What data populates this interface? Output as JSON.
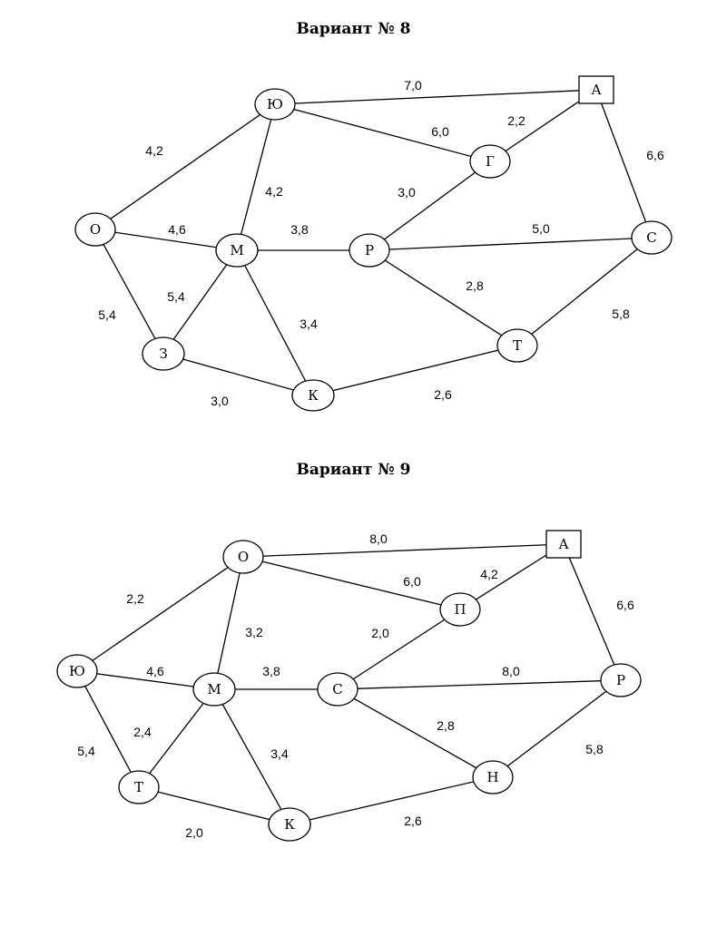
{
  "titles": {
    "v8": "Вариант № 8",
    "v9": "Вариант № 9"
  },
  "graphs": [
    {
      "id": "v8",
      "nodes": [
        {
          "id": "Yu",
          "label": "Ю"
        },
        {
          "id": "A",
          "label": "А",
          "shape": "square"
        },
        {
          "id": "G",
          "label": "Г"
        },
        {
          "id": "O",
          "label": "О"
        },
        {
          "id": "M",
          "label": "М"
        },
        {
          "id": "R",
          "label": "Р"
        },
        {
          "id": "S",
          "label": "С"
        },
        {
          "id": "Z",
          "label": "З"
        },
        {
          "id": "K",
          "label": "К"
        },
        {
          "id": "T",
          "label": "Т"
        }
      ],
      "edges": [
        {
          "from": "Yu",
          "to": "A",
          "w": "7,0"
        },
        {
          "from": "Yu",
          "to": "G",
          "w": "6,0"
        },
        {
          "from": "G",
          "to": "A",
          "w": "2,2"
        },
        {
          "from": "A",
          "to": "S",
          "w": "6,6"
        },
        {
          "from": "O",
          "to": "Yu",
          "w": "4,2"
        },
        {
          "from": "Yu",
          "to": "M",
          "w": "4,2"
        },
        {
          "from": "O",
          "to": "M",
          "w": "4,6"
        },
        {
          "from": "M",
          "to": "R",
          "w": "3,8"
        },
        {
          "from": "R",
          "to": "G",
          "w": "3,0"
        },
        {
          "from": "R",
          "to": "S",
          "w": "5,0"
        },
        {
          "from": "R",
          "to": "T",
          "w": "2,8"
        },
        {
          "from": "M",
          "to": "Z",
          "w": "5,4"
        },
        {
          "from": "O",
          "to": "Z",
          "w": "5,4"
        },
        {
          "from": "M",
          "to": "K",
          "w": "3,4"
        },
        {
          "from": "T",
          "to": "S",
          "w": "5,8"
        },
        {
          "from": "Z",
          "to": "K",
          "w": "3,0"
        },
        {
          "from": "K",
          "to": "T",
          "w": "2,6"
        }
      ]
    },
    {
      "id": "v9",
      "nodes": [
        {
          "id": "O",
          "label": "О"
        },
        {
          "id": "A",
          "label": "А",
          "shape": "square"
        },
        {
          "id": "P",
          "label": "П"
        },
        {
          "id": "Yu",
          "label": "Ю"
        },
        {
          "id": "M",
          "label": "М"
        },
        {
          "id": "S",
          "label": "С"
        },
        {
          "id": "R",
          "label": "Р"
        },
        {
          "id": "T",
          "label": "Т"
        },
        {
          "id": "N",
          "label": "Н"
        },
        {
          "id": "K",
          "label": "К"
        }
      ],
      "edges": [
        {
          "from": "O",
          "to": "A",
          "w": "8,0"
        },
        {
          "from": "O",
          "to": "P",
          "w": "6,0"
        },
        {
          "from": "P",
          "to": "A",
          "w": "4,2"
        },
        {
          "from": "A",
          "to": "R",
          "w": "6,6"
        },
        {
          "from": "Yu",
          "to": "O",
          "w": "2,2"
        },
        {
          "from": "O",
          "to": "M",
          "w": "3,2"
        },
        {
          "from": "S",
          "to": "P",
          "w": "2,0"
        },
        {
          "from": "Yu",
          "to": "M",
          "w": "4,6"
        },
        {
          "from": "M",
          "to": "S",
          "w": "3,8"
        },
        {
          "from": "S",
          "to": "R",
          "w": "8,0"
        },
        {
          "from": "M",
          "to": "T",
          "w": "2,4"
        },
        {
          "from": "S",
          "to": "N",
          "w": "2,8"
        },
        {
          "from": "Yu",
          "to": "T",
          "w": "5,4"
        },
        {
          "from": "M",
          "to": "K",
          "w": "3,4"
        },
        {
          "from": "N",
          "to": "R",
          "w": "5,8"
        },
        {
          "from": "T",
          "to": "K",
          "w": "2,0"
        },
        {
          "from": "K",
          "to": "N",
          "w": "2,6"
        }
      ]
    }
  ]
}
